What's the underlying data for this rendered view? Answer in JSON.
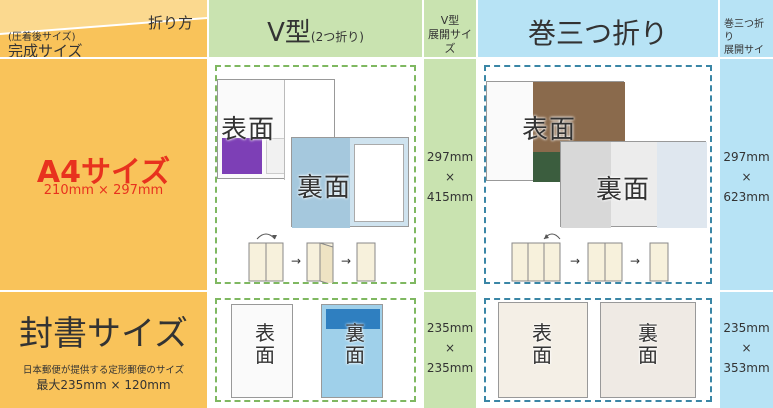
{
  "header": {
    "fold_label": "折り方",
    "size_sub": "(圧着後サイズ)",
    "size_main": "完成サイズ",
    "v_title": "V型",
    "v_sub": "(2つ折り)",
    "v_spread_1": "V型",
    "v_spread_2": "展開サイズ",
    "kan_title": "巻三つ折り",
    "kan_spread_1": "巻三つ折り",
    "kan_spread_2": "展開サイズ"
  },
  "rows": {
    "a4": {
      "title": "A4サイズ",
      "dim": "210mm × 297mm",
      "v_spread": [
        "297mm",
        "×",
        "415mm"
      ],
      "kan_spread": [
        "297mm",
        "×",
        "623mm"
      ]
    },
    "fuusho": {
      "title": "封書サイズ",
      "sub1": "日本郵便が提供する定形郵便のサイズ",
      "sub2": "最大235mm × 120mm",
      "v_spread": [
        "235mm",
        "×",
        "235mm"
      ],
      "kan_spread": [
        "235mm",
        "×",
        "353mm"
      ]
    }
  },
  "labels": {
    "front": "表面",
    "back": "裏面",
    "front_1": "表",
    "front_2": "面",
    "back_1": "裏",
    "back_2": "面"
  },
  "colors": {
    "orange": "#f9c35a",
    "green": "#c9e3b0",
    "blue": "#b7e3f5",
    "red_accent": "#e8321e"
  }
}
